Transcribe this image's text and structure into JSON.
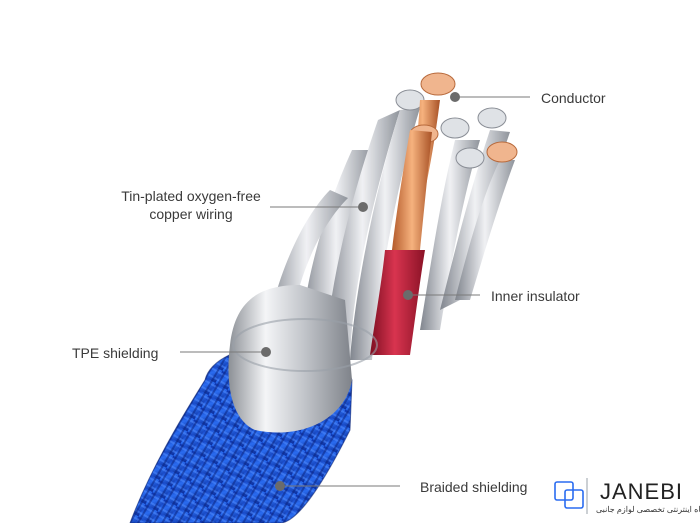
{
  "labels": {
    "conductor": "Conductor",
    "tin_plated_line1": "Tin-plated oxygen-free",
    "tin_plated_line2": "copper wiring",
    "inner_insulator": "Inner insulator",
    "tpe_shielding": "TPE shielding",
    "braided_shielding": "Braided shielding"
  },
  "logo": {
    "name": "JANEBI",
    "tagline": "فروشگاه اینترنتی تخصصی لوازم جانبی",
    "icon": "cube-icon"
  },
  "colors": {
    "copper": "#e89a6a",
    "insulator_red": "#b8203a",
    "braid_blue": "#1f55d8",
    "silver": "#d8dade",
    "leader_line": "#7a7a7a"
  }
}
